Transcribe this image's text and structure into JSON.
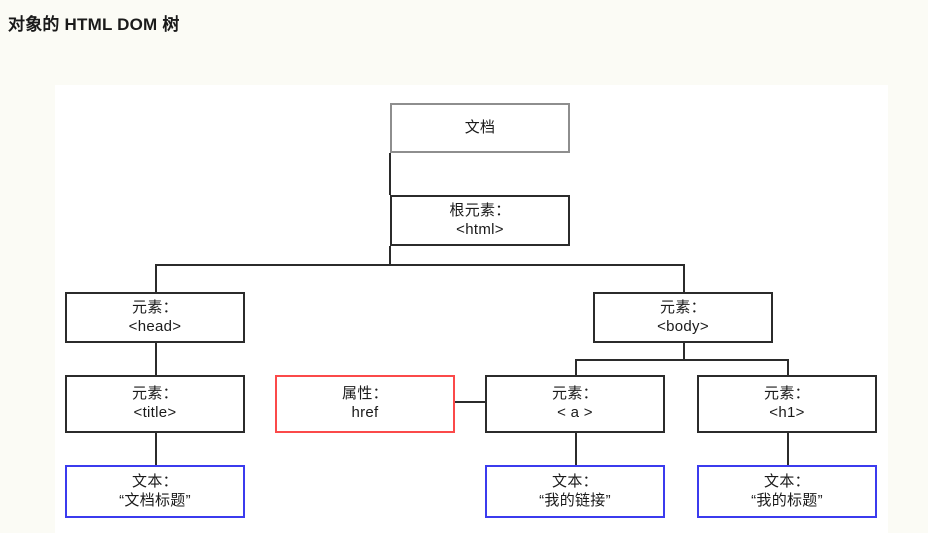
{
  "page": {
    "title": "对象的 HTML DOM 树",
    "background_color": "#fbfbf5",
    "canvas_color": "#ffffff"
  },
  "palette": {
    "document_border": "#8e8e8e",
    "element_border": "#2b2b2b",
    "attribute_border": "#fb4a4a",
    "text_border": "#3b3bee",
    "connector": "#2b2b2b"
  },
  "diagram": {
    "type": "tree",
    "nodes": [
      {
        "id": "document",
        "kind": "document",
        "line1": "文档",
        "line2": "",
        "border_color": "#8e8e8e"
      },
      {
        "id": "html",
        "kind": "element",
        "line1": "根元素：",
        "line2": "<html>",
        "border_color": "#2b2b2b"
      },
      {
        "id": "head",
        "kind": "element",
        "line1": "元素：",
        "line2": "<head>",
        "border_color": "#2b2b2b"
      },
      {
        "id": "body",
        "kind": "element",
        "line1": "元素：",
        "line2": "<body>",
        "border_color": "#2b2b2b"
      },
      {
        "id": "title",
        "kind": "element",
        "line1": "元素：",
        "line2": "<title>",
        "border_color": "#2b2b2b"
      },
      {
        "id": "href",
        "kind": "attribute",
        "line1": "属性：",
        "line2": "href",
        "border_color": "#fb4a4a"
      },
      {
        "id": "anchor",
        "kind": "element",
        "line1": "元素：",
        "line2": "< a >",
        "border_color": "#2b2b2b"
      },
      {
        "id": "h1",
        "kind": "element",
        "line1": "元素：",
        "line2": "<h1>",
        "border_color": "#2b2b2b"
      },
      {
        "id": "text-doc-title",
        "kind": "text",
        "line1": "文本：",
        "line2": "“文档标题”",
        "border_color": "#3b3bee"
      },
      {
        "id": "text-my-link",
        "kind": "text",
        "line1": "文本：",
        "line2": "“我的链接”",
        "border_color": "#3b3bee"
      },
      {
        "id": "text-my-heading",
        "kind": "text",
        "line1": "文本：",
        "line2": "“我的标题”",
        "border_color": "#3b3bee"
      }
    ],
    "edges": [
      {
        "from": "document",
        "to": "html"
      },
      {
        "from": "html",
        "to": "head"
      },
      {
        "from": "html",
        "to": "body"
      },
      {
        "from": "head",
        "to": "title"
      },
      {
        "from": "title",
        "to": "text-doc-title"
      },
      {
        "from": "body",
        "to": "anchor"
      },
      {
        "from": "body",
        "to": "h1"
      },
      {
        "from": "href",
        "to": "anchor"
      },
      {
        "from": "anchor",
        "to": "text-my-link"
      },
      {
        "from": "h1",
        "to": "text-my-heading"
      }
    ]
  }
}
